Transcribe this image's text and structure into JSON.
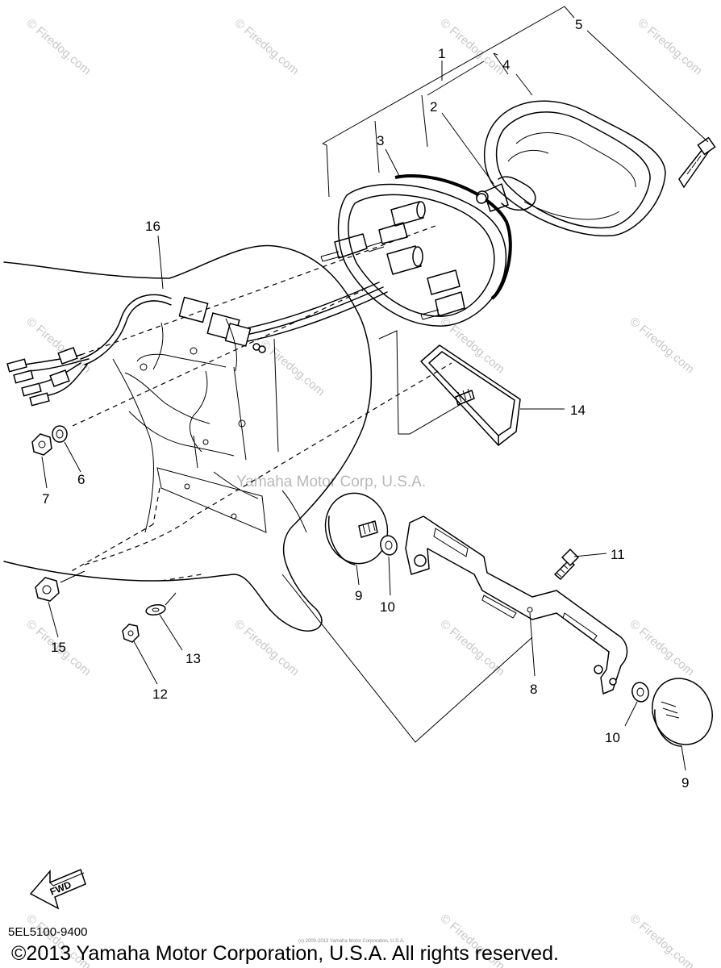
{
  "callouts": [
    "1",
    "2",
    "3",
    "4",
    "5",
    "6",
    "7",
    "8",
    "9",
    "10",
    "11",
    "12",
    "13",
    "14",
    "15",
    "16",
    "9",
    "10"
  ],
  "watermark": {
    "site": "© Firedog.com",
    "center": "Yamaha Motor Corp, U.S.A.",
    "small": "(c) 2000-2013 Yamaha Motor Corporation, U.S.A."
  },
  "fwd_label": "FWD",
  "diagram_code": "5EL5100-9400",
  "copyright": "©2013 Yamaha Motor Corporation, U.S.A. All rights reserved."
}
